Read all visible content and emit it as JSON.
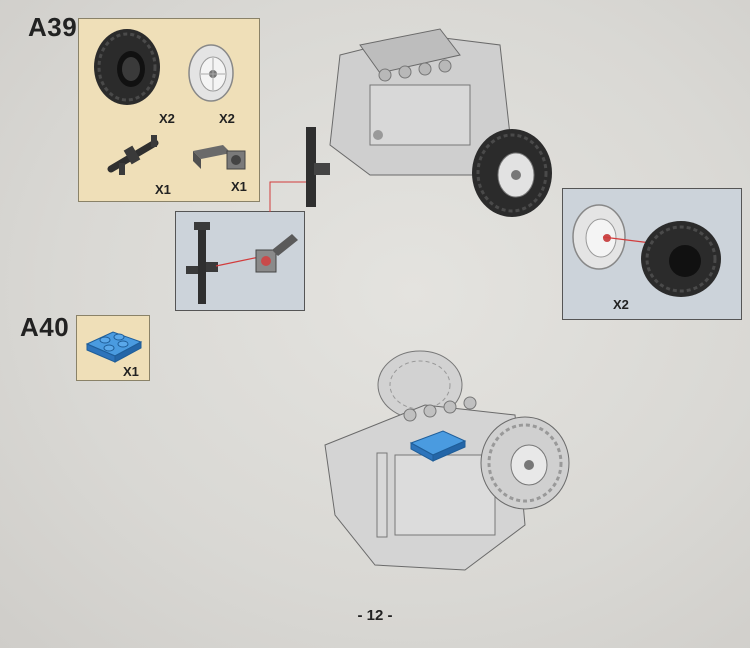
{
  "steps": [
    {
      "label": "A39",
      "parts": [
        {
          "name": "tire",
          "qty": "X2"
        },
        {
          "name": "wheel-rim",
          "qty": "X2"
        },
        {
          "name": "bar-with-clips",
          "qty": "X1"
        },
        {
          "name": "clip-bracket",
          "qty": "X1"
        }
      ],
      "callouts": [
        {
          "name": "bar-bracket-subassembly"
        },
        {
          "name": "wheel-subassembly",
          "qty": "X2"
        }
      ]
    },
    {
      "label": "A40",
      "parts": [
        {
          "name": "blue-plate-2x2",
          "qty": "X1"
        }
      ]
    }
  ],
  "colors": {
    "parts_box_bg": "#efdfb8",
    "callout_bg": "#ccd3da",
    "new_part_blue": "#3a86d0",
    "tire_black": "#2b2b2b",
    "model_gray": "#c9c9c9"
  },
  "page_number": "- 12 -"
}
